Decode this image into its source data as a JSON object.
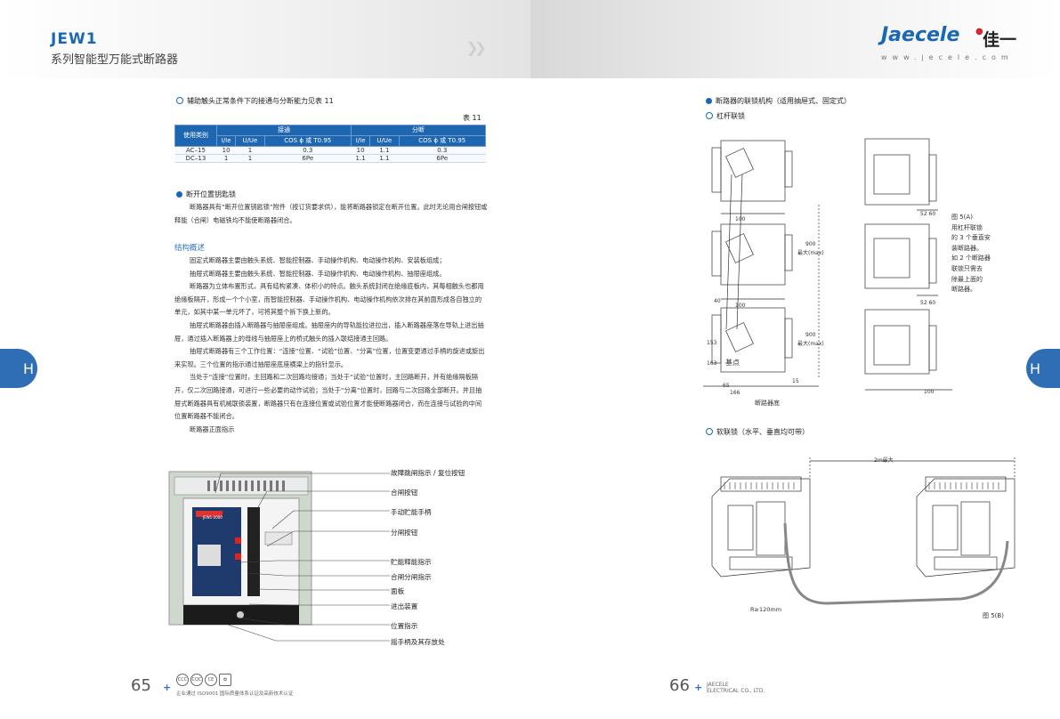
{
  "header": {
    "model": "JEW1",
    "subtitle": "系列智能型万能式断路器",
    "logo_text": "Jaecele",
    "logo_cn": "佳一",
    "website": "www.jecele.com"
  },
  "side_tab": "H",
  "left": {
    "sec1_title": "辅助触头正常条件下的接通与分断能力见表 11",
    "table_label": "表 11",
    "table": {
      "col_group_use": "使用类别",
      "group1": "接通",
      "group2": "分断",
      "sub": [
        "I/Ie",
        "U/Ue",
        "COS ϕ 或 T0.95",
        "I/Ie",
        "U/Ue",
        "COS ϕ 或 T0.95"
      ],
      "rows": [
        [
          "AC–15",
          "10",
          "1",
          "0.3",
          "10",
          "1.1",
          "0.3"
        ],
        [
          "DC–13",
          "1",
          "1",
          "6Pe",
          "1.1",
          "1.1",
          "6Pe"
        ]
      ]
    },
    "sec2_title": "断开位置钥匙锁",
    "sec2_text": "断路器具有“断开位置钥匙锁”附件（按订货要求供），能将断路器锁定在断开位置。此时无论用合闸按钮或释能（合闸）电磁铁均不能使断路器闭合。",
    "structure_title": "结构概述",
    "structure_paras": [
      "固定式断路器主要由触头系统、智能控制器、手动操作机构、电动操作机构、安装板组成；",
      "抽屉式断路器主要由触头系统、智能控制器、手动操作机构、电动操作机构、抽屉座组成。",
      "断路器为立体布置形式，具有结构紧凑、体积小的特点。触头系统封闭在绝缘底板内，其每相触头也都用绝缘板隔开，形成一个个小室，而智能控制器、手动操作机构、电动操作机构依次排在其前面形成各自独立的单元，如其中某一单元坏了，可将其整个拆下换上新的。",
      "抽屉式断路器由插入断路器与抽屉座组成。抽屉座内的导轨能拉进拉出，插入断路器座落在导轨上进出抽屉，通过插入断路器上的母线与抽屉座上的桥式触头的插入联结接通主回路。",
      "抽屉式断路器有三个工作位置：“连接”位置、“试验”位置、“分离”位置，位置变更通过手柄的旋进或旋出来实现。三个位置的指示通过抽屉座底座横梁上的指针显示。",
      "当处于“连接”位置时，主回路和二次回路均接通；当处于“试验”位置时，主回路断开，并有绝缘隔板隔开，仅二次回路接通，可进行一些必要的动作试验；当处于“分离”位置时，回路与二次回路全部断开。并且抽屉式断路器具有机械联锁装置，断路器只有在连接位置或试验位置才能使断路器闭合，而在连接与试验的中间位置断路器不能闭合。",
      "断路器正面指示"
    ],
    "callouts": [
      "故障跳闸指示 / 复位按钮",
      "合闸按钮",
      "手动贮能手柄",
      "分闸按钮",
      "贮能释能指示",
      "合闸分闸指示",
      "面板",
      "进出装置",
      "位置指示",
      "摇手柄及其存放处"
    ],
    "page_number": "65",
    "footnote": "企业通过 ISO9001 国际质量体系认证及高新技术认证",
    "product_label": "JEW1-2000"
  },
  "right": {
    "sec1_title": "断路器的联锁机构（适用抽屉式、固定式）",
    "sec1_sub": "杠杆联锁",
    "fig_a_caption": [
      "图 5(A)",
      "用杠杆联锁",
      "的 3 个垂直安",
      "装断路器。",
      "如 2 个断路器",
      "联锁只需去",
      "除最上面的",
      "断路器。"
    ],
    "dims": {
      "d900a": "900",
      "d900b": "900",
      "max": "最大(max)",
      "d40": "40",
      "d100": "100",
      "d52": "52",
      "d60": "60",
      "d153": "153",
      "d163": "163",
      "d65": "65",
      "d166": "166",
      "d15": "15",
      "d100b": "100",
      "datum": "基点",
      "base": "断路器底"
    },
    "sec2_title": "软联锁（水平、垂直均可带）",
    "cable_len": "2m最大",
    "radius": "R≥120mm",
    "fig_b_caption": "图 5(B)",
    "page_number": "66",
    "company": [
      "JAECELE",
      "ELECTRICAL CO., LTD."
    ]
  }
}
